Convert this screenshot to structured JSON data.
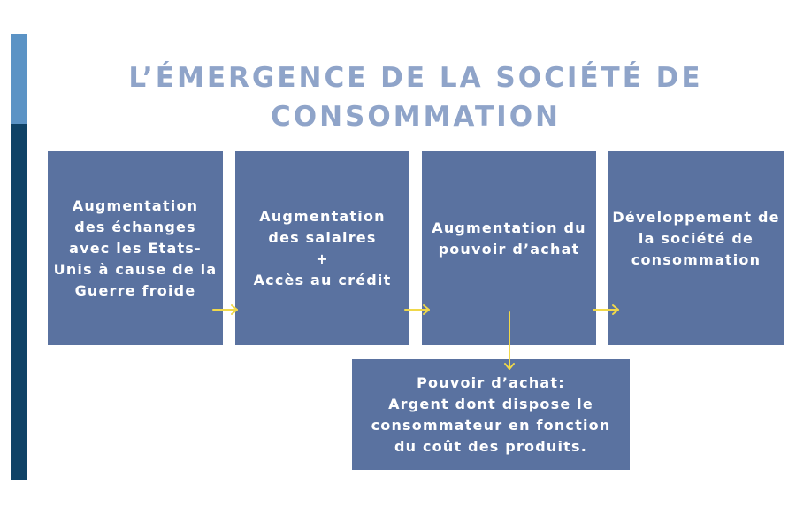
{
  "title": {
    "line1": "L’ÉMERGENCE DE LA SOCIÉTÉ DE",
    "line2": "CONSOMMATION"
  },
  "boxes": [
    {
      "lines": [
        "Augmentation",
        "des échanges",
        "avec les Etats-",
        "Unis à cause de la",
        "Guerre froide"
      ]
    },
    {
      "lines": [
        "Augmentation",
        "des salaires",
        "+",
        "Accès au crédit"
      ]
    },
    {
      "lines": [
        "Augmentation du",
        "pouvoir d’achat"
      ]
    },
    {
      "lines": [
        "Développement de",
        "la société de",
        "consommation"
      ]
    },
    {
      "lines": [
        "Pouvoir d’achat:",
        "Argent dont dispose le",
        "consommateur en fonction",
        "du coût des produits."
      ]
    }
  ],
  "colors": {
    "box_fill": "#5a72a0",
    "box_text": "#ffffff",
    "title_text": "#8fa4c9",
    "arrow": "#f0d84a",
    "accent_light": "#5b93c5",
    "accent_dark": "#0f4266"
  }
}
